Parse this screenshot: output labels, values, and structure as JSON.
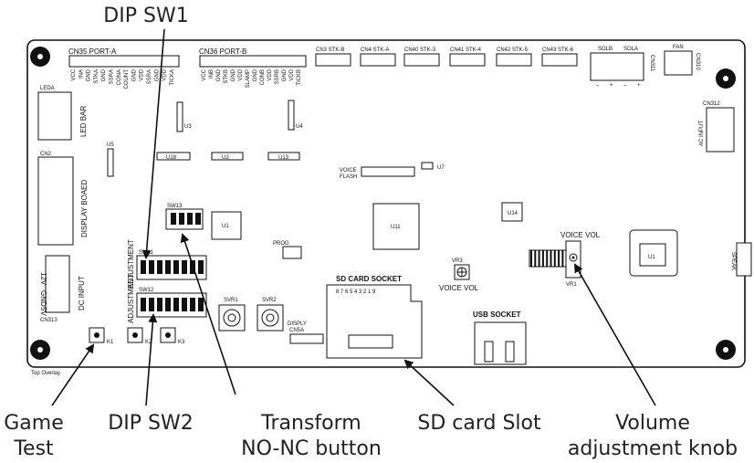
{
  "callouts": {
    "dip_sw1": "DIP SW1",
    "game_test_1": "Game",
    "game_test_2": "Test",
    "dip_sw2": "DIP SW2",
    "transform_1": "Transform",
    "transform_2": "NO-NC button",
    "sd_slot": "SD card Slot",
    "volume_1": "Volume",
    "volume_2": "adjustment knob"
  },
  "board": {
    "headers": {
      "cn35": "CN35  PORT-A",
      "cn36": "CN36  PORT-B",
      "cn3": "CN3 STK-B",
      "cn4": "CN4 STK-A",
      "cn40": "CN40 STK-3",
      "cn41": "CN41 STK-4",
      "cn42": "CN42 STK-5",
      "cn43": "CN43 STK-6",
      "solb": "SOLB",
      "sola": "SOLA",
      "fan": "FAN",
      "cn311": "CN311",
      "cn310": "CN310",
      "cn312": "CN312",
      "ac_input": "AC INPUT",
      "pm": "–  +  –  +"
    },
    "pins_a": [
      "VCC",
      "INA",
      "GND",
      "STKA",
      "GND",
      "SSRA",
      "CONA",
      "COUNT",
      "GND",
      "VDD",
      "SSRA",
      "GND",
      "VDD",
      "TICKA"
    ],
    "pins_b": [
      "VCC",
      "INB",
      "GND",
      "STKB",
      "GND",
      "VDD",
      "SLAMP",
      "GND",
      "CONB",
      "VDD",
      "SSRB",
      "GND",
      "VDD",
      "TICKB"
    ],
    "left": {
      "leda": "LEDA",
      "led_bar": "LED BAR",
      "cn2": "CN2",
      "display": "DISPLAY BOAED",
      "dc_12v": "12V",
      "dc_gnd": "GND",
      "dc_5v": "5V",
      "dc_input": "DC INPUT",
      "cn313": "CN313",
      "adjustment_1": "ADJUSTMENT",
      "adjustment_2": "ADJUSTMENT",
      "top_overlay": "Top Overlay"
    },
    "parts": {
      "u5": "U5",
      "u3": "U3",
      "u4": "U4",
      "u18": "U18",
      "u2": "U2",
      "u13": "U13",
      "u7": "U7",
      "voice_flash_1": "VOICE",
      "voice_flash_2": "FLASH",
      "u1_left": "U1",
      "sw13": "SW13",
      "sw11": "SW11",
      "sw12": "SW12",
      "prog": "PROG",
      "u11": "U11",
      "u14": "U14",
      "vr3": "VR3",
      "voice_vol_mid": "VOICE VOL",
      "voice_vol_right": "VOICE VOL",
      "vr1": "VR1",
      "u1_right": "U1",
      "speak": "SPEAK",
      "svr1": "SVR1",
      "svr2": "SVR2",
      "disply": "DISPLY",
      "cn5a": "CN5A",
      "sd_socket": "SD CARD SOCKET",
      "sd_pins": "8 7 6 5 4 3 2 1 9",
      "usb_socket": "USB SOCKET",
      "k1": "K1",
      "k2": "K2",
      "k3": "K3"
    }
  }
}
